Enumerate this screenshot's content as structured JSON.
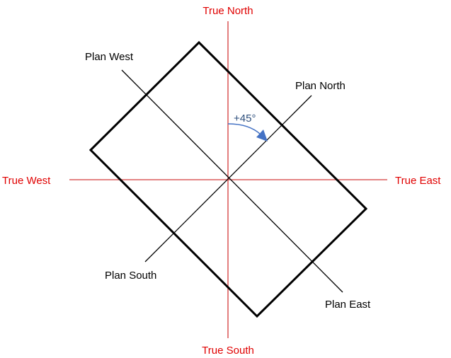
{
  "true_axes": {
    "north": "True North",
    "south": "True South",
    "east": "True East",
    "west": "True West",
    "color": "#e00000"
  },
  "plan_axes": {
    "north": "Plan North",
    "south": "Plan South",
    "east": "Plan East",
    "west": "Plan West",
    "color": "#000000"
  },
  "rotation": {
    "label": "+45°",
    "degrees": 45,
    "label_color": "#2e4f7c",
    "arrow_color": "#4472c4"
  }
}
